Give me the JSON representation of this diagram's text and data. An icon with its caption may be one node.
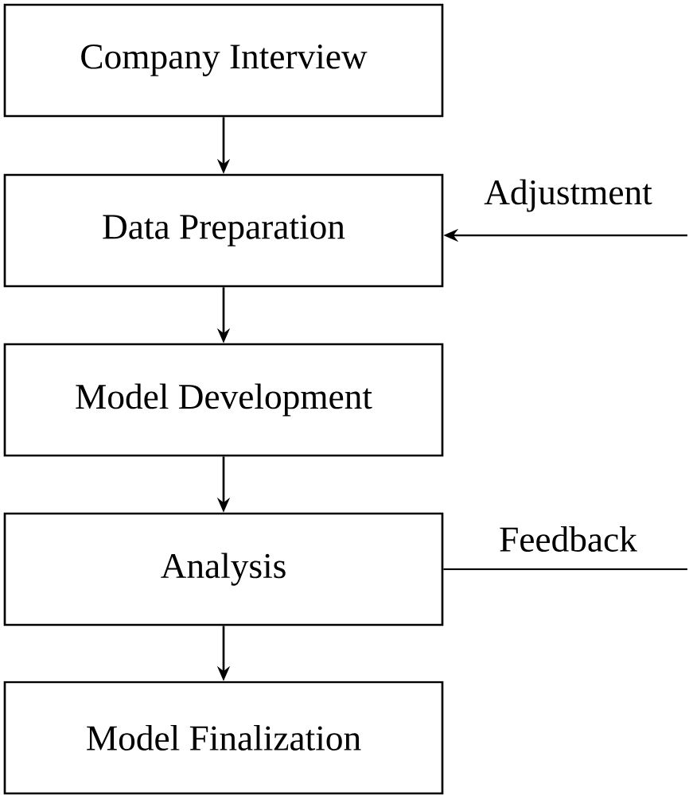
{
  "diagram": {
    "nodes": [
      {
        "text": [
          "Company Interview"
        ]
      },
      {
        "text": [
          "Data Preparation"
        ]
      },
      {
        "text": [
          "Model Development"
        ]
      },
      {
        "text": [
          "Analysis"
        ]
      },
      {
        "text": [
          "Model Finalization"
        ]
      }
    ],
    "edges": [
      {
        "from": 0,
        "to": 1,
        "arrow": "to"
      },
      {
        "from": 1,
        "to": 2,
        "arrow": "to"
      },
      {
        "from": 2,
        "to": 3,
        "arrow": "to"
      },
      {
        "from": 3,
        "to": 4,
        "arrow": "to"
      },
      {
        "from": null,
        "to": 1,
        "arrow": "to",
        "label": "Adjustment"
      },
      {
        "from": 3,
        "to": null,
        "arrow": "none",
        "label": "Feedback"
      }
    ]
  }
}
